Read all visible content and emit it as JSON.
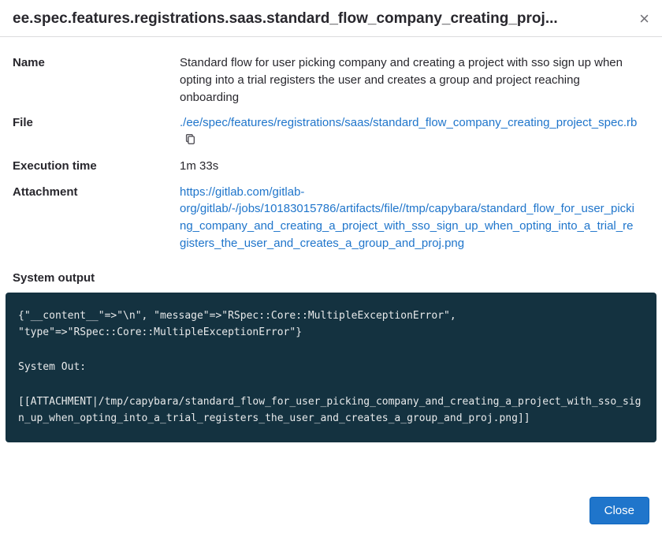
{
  "modal": {
    "title": "ee.spec.features.registrations.saas.standard_flow_company_creating_proj...",
    "close_glyph": "×"
  },
  "details": {
    "name": {
      "label": "Name",
      "value": "Standard flow for user picking company and creating a project with sso sign up when opting into a trial registers the user and creates a group and project reaching onboarding"
    },
    "file": {
      "label": "File",
      "value": "./ee/spec/features/registrations/saas/standard_flow_company_creating_project_spec.rb"
    },
    "execution_time": {
      "label": "Execution time",
      "value": "1m 33s"
    },
    "attachment": {
      "label": "Attachment",
      "value": "https://gitlab.com/gitlab-org/gitlab/-/jobs/10183015786/artifacts/file//tmp/capybara/standard_flow_for_user_picking_company_and_creating_a_project_with_sso_sign_up_when_opting_into_a_trial_registers_the_user_and_creates_a_group_and_proj.png"
    }
  },
  "system_output": {
    "label": "System output",
    "content": "{\"__content__\"=>\"\\n\", \"message\"=>\"RSpec::Core::MultipleExceptionError\", \"type\"=>\"RSpec::Core::MultipleExceptionError\"}\n\nSystem Out:\n\n[[ATTACHMENT|/tmp/capybara/standard_flow_for_user_picking_company_and_creating_a_project_with_sso_sign_up_when_opting_into_a_trial_registers_the_user_and_creates_a_group_and_proj.png]]"
  },
  "footer": {
    "close_label": "Close"
  },
  "icons": {
    "copy": "clipboard"
  },
  "colors": {
    "link": "#1f75cb",
    "primary_button": "#1f75cb",
    "code_background": "#143240",
    "code_text": "#e7e9ea",
    "divider": "#dcdcde",
    "text": "#28272d"
  }
}
